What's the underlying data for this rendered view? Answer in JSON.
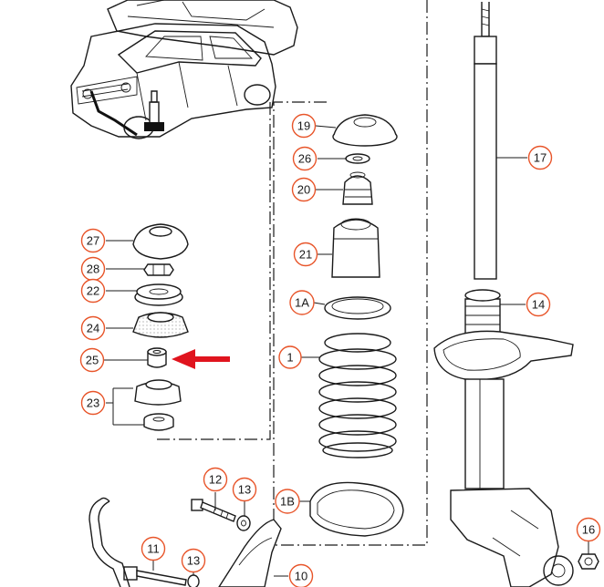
{
  "title": "Front suspension strut assembly - exploded parts diagram",
  "accent_color": "#e8552a",
  "arrow_color": "#e0141e",
  "callouts": {
    "c19": "19",
    "c26": "26",
    "c20": "20",
    "c21": "21",
    "c1A": "1A",
    "c1": "1",
    "c1B": "1B",
    "c17": "17",
    "c14": "14",
    "c16": "16",
    "c27": "27",
    "c28": "28",
    "c22": "22",
    "c24": "24",
    "c25": "25",
    "c23": "23",
    "c12": "12",
    "c13a": "13",
    "c11": "11",
    "c13b": "13",
    "c10": "10"
  },
  "indicator": {
    "icon": "red-arrow-icon",
    "points_to": "25"
  }
}
